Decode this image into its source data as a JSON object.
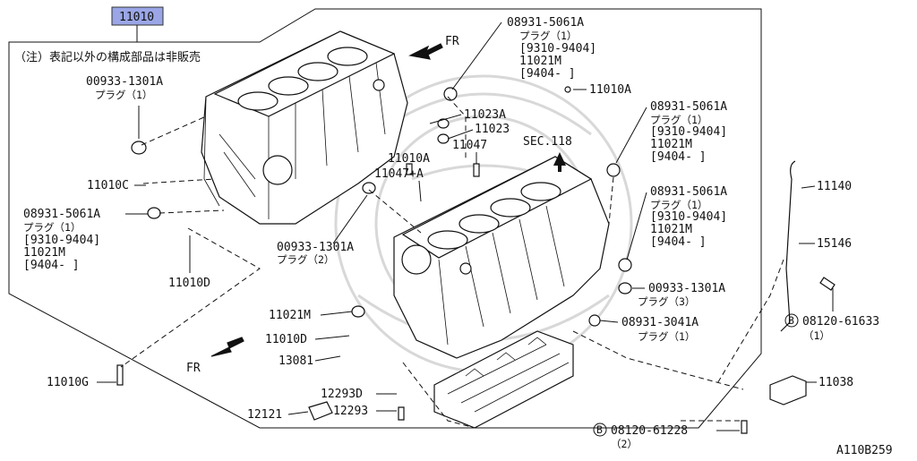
{
  "header": {
    "group_code": "11010",
    "note": "（注）表記以外の構成部品は非販売"
  },
  "diagram_code": "A110B259",
  "fr_label": "FR",
  "sec_label": "SEC.118",
  "callouts": {
    "c00933_top": {
      "num": "00933-1301A",
      "sub": "プラグ（1）"
    },
    "c08931_top": {
      "num": "08931-5061A",
      "sub": "プラグ（1）",
      "range1": "[9310-9404]",
      "model": "11021M",
      "range2": "[9404-      ]"
    },
    "c11023A": "11023A",
    "c11023": "11023",
    "c11047": "11047",
    "c11010A_mid": "11010A",
    "c11010A_top": "11010A",
    "c11047A": "11047+A",
    "c08931_right1": {
      "num": "08931-5061A",
      "sub": "プラグ（1）",
      "range1": "[9310-9404]",
      "model": "11021M",
      "range2": "[9404-      ]"
    },
    "c08931_right2": {
      "num": "08931-5061A",
      "sub": "プラグ（1）",
      "range1": "[9310-9404]",
      "model": "11021M",
      "range2": "[9404-      ]"
    },
    "c11010C": "11010C",
    "c08931_left": {
      "num": "08931-5061A",
      "sub": "プラグ（1）",
      "range1": "[9310-9404]",
      "model": "11021M",
      "range2": "[9404-      ]"
    },
    "c11010D": "11010D",
    "c00933_mid": {
      "num": "00933-1301A",
      "sub": "プラグ（2）"
    },
    "c00933_right": {
      "num": "00933-1301A",
      "sub": "プラグ（3）"
    },
    "c08931_3041": {
      "num": "08931-3041A",
      "sub": "プラグ（1）"
    },
    "c11021M": "11021M",
    "c11010D_low": "11010D",
    "c13081": "13081",
    "c11010G": "11010G",
    "c12293D": "12293D",
    "c12293": "12293",
    "c12121": "12121",
    "c11140": "11140",
    "c15146": "15146",
    "c08120_61633": {
      "num": "08120-61633",
      "qty": "（1）",
      "mark": "B"
    },
    "c11038": "11038",
    "c08120_61228": {
      "num": "08120-61228",
      "qty": "（2）",
      "mark": "B"
    }
  }
}
